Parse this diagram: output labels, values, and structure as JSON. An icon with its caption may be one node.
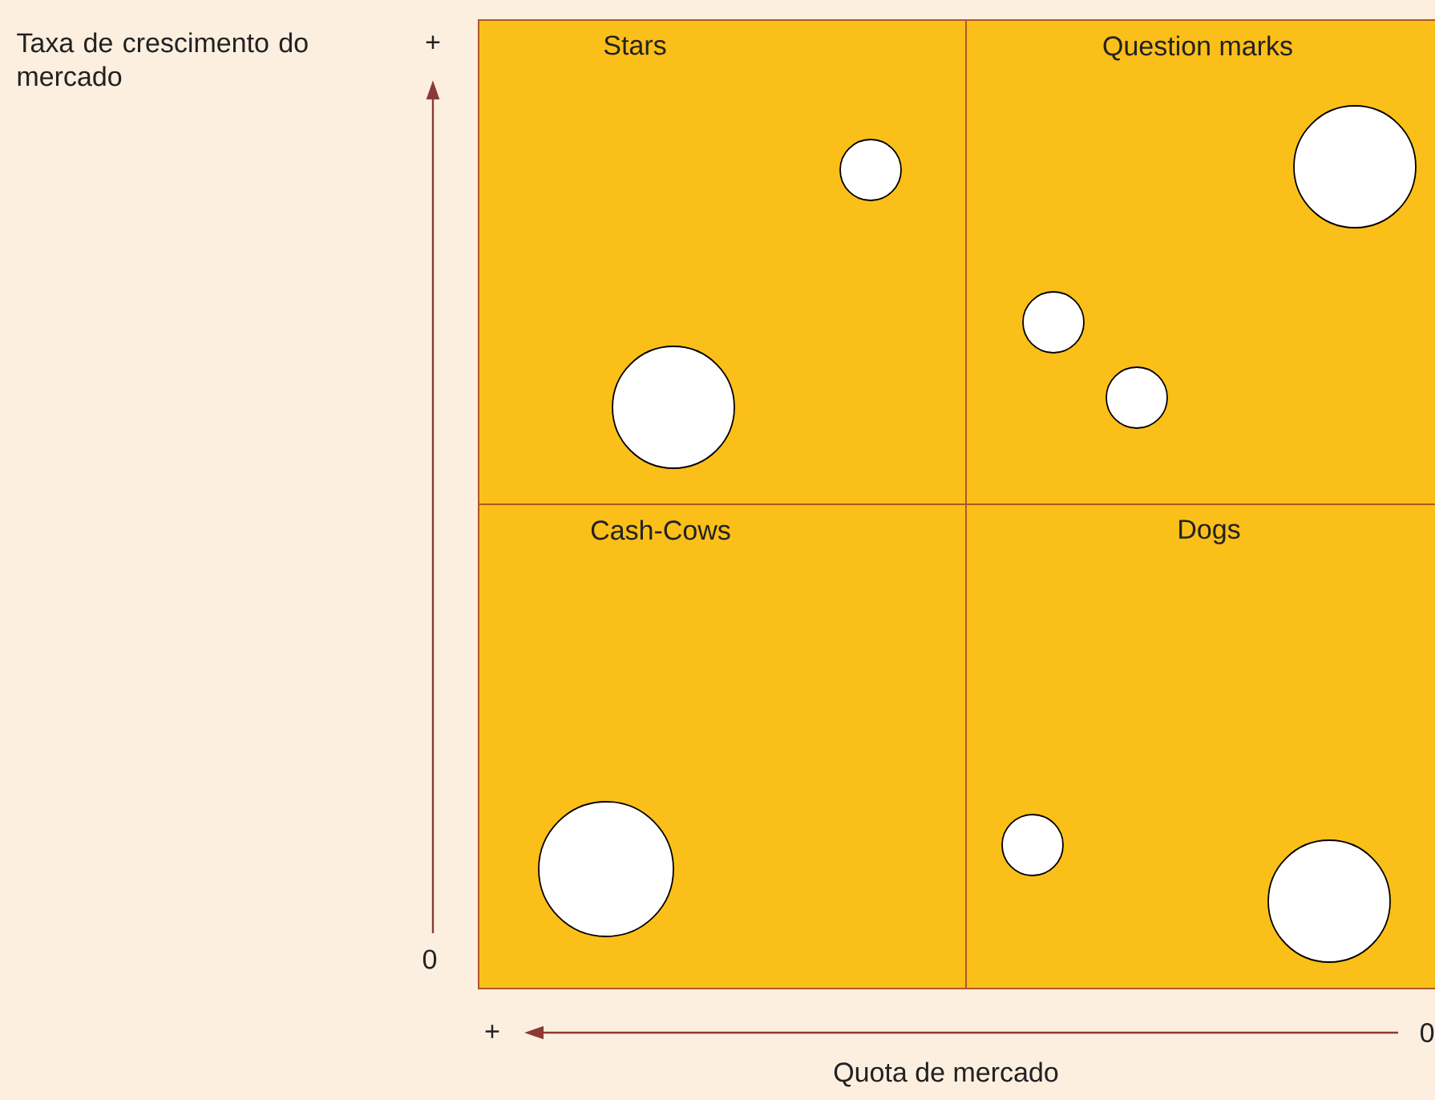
{
  "diagram": {
    "nodes": [
      {
        "text": [
          "Stars"
        ]
      },
      {
        "text": [
          "Question marks"
        ]
      },
      {
        "text": [
          "Cash-Cows"
        ]
      },
      {
        "text": [
          "Dogs"
        ]
      },
      {
        "text": [],
        "shape": "circle",
        "in": 0
      },
      {
        "text": [],
        "shape": "circle",
        "in": 0
      },
      {
        "text": [],
        "shape": "circle",
        "in": 1
      },
      {
        "text": [],
        "shape": "circle",
        "in": 1
      },
      {
        "text": [],
        "shape": "circle",
        "in": 1
      },
      {
        "text": [],
        "shape": "circle",
        "in": 2
      },
      {
        "text": [],
        "shape": "circle",
        "in": 3
      },
      {
        "text": [],
        "shape": "circle",
        "in": 3
      }
    ],
    "labels": [
      "Taxa de crescimento do mercado",
      "+",
      "0",
      "+",
      "0",
      "Quota de mercado"
    ]
  }
}
